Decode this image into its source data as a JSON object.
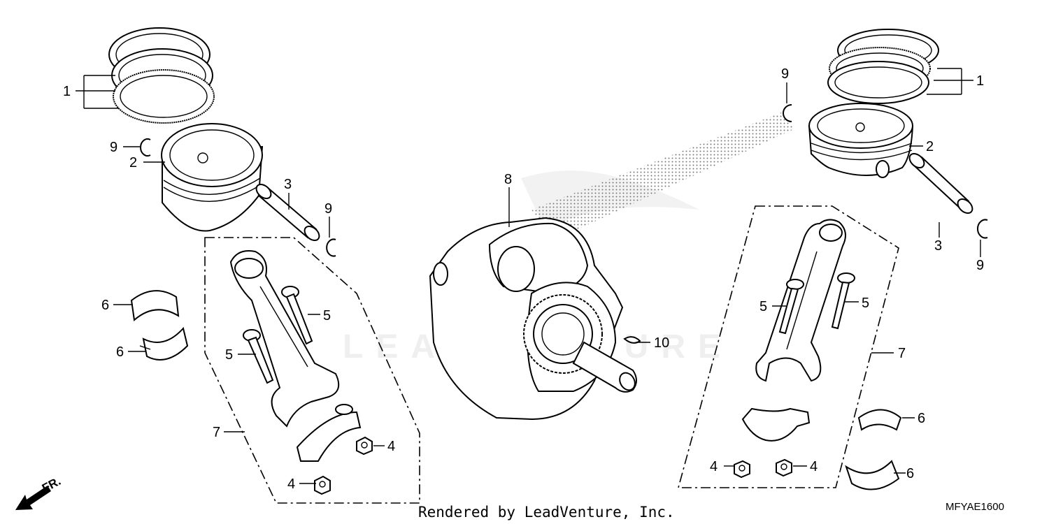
{
  "diagram": {
    "watermark": "LEADVENTURE",
    "diagram_code": "MFYAE1600",
    "credit": "Rendered by LeadVenture, Inc.",
    "direction_label": "FR.",
    "callouts": {
      "c1_left": "1",
      "c1_right": "1",
      "c2_left": "2",
      "c2_right": "2",
      "c3_left": "3",
      "c3_right": "3",
      "c4_a": "4",
      "c4_b": "4",
      "c4_c": "4",
      "c4_d": "4",
      "c5_a": "5",
      "c5_b": "5",
      "c5_c": "5",
      "c5_d": "5",
      "c6_a": "6",
      "c6_b": "6",
      "c6_c": "6",
      "c6_d": "6",
      "c7_left": "7",
      "c7_right": "7",
      "c8": "8",
      "c9_a": "9",
      "c9_b": "9",
      "c9_c": "9",
      "c9_d": "9",
      "c10": "10"
    }
  }
}
